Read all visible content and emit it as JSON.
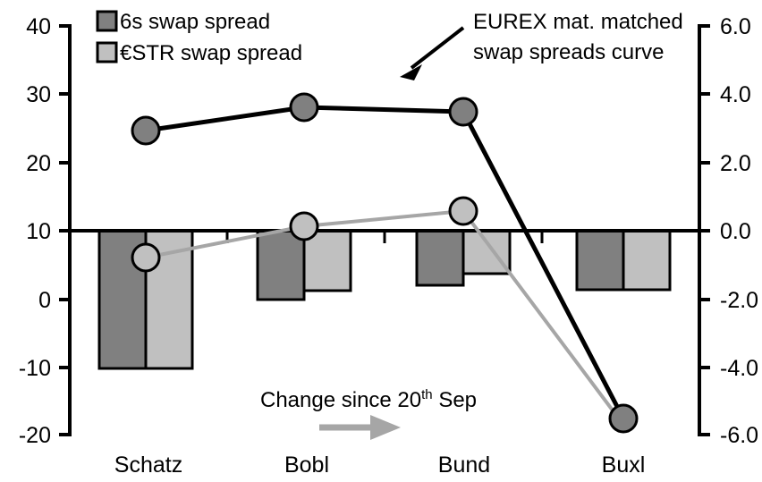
{
  "chart_data": {
    "type": "bar",
    "title": "",
    "xlabel": "",
    "categories": [
      "Schatz",
      "Bobl",
      "Bund",
      "Buxl"
    ],
    "grid": false,
    "legend_position": "top-left",
    "left_axis": {
      "label": "",
      "ylim": [
        -20,
        40
      ],
      "ticks": [
        40,
        30,
        20,
        10,
        0,
        -10,
        -20
      ],
      "tick_labels": [
        "40",
        "30",
        "20",
        "10",
        "0",
        "-10",
        "-20"
      ]
    },
    "right_axis": {
      "label": "",
      "ylim": [
        -6.0,
        6.0
      ],
      "ticks": [
        6.0,
        4.0,
        2.0,
        0.0,
        -2.0,
        -4.0,
        -6.0
      ],
      "tick_labels": [
        "6.0",
        "4.0",
        "2.0",
        "0.0",
        "-2.0",
        "-4.0",
        "-6.0"
      ]
    },
    "series": [
      {
        "name": "6s swap spread",
        "type": "bar",
        "axis": "right",
        "color": "#808080",
        "values": [
          -4.05,
          -1.95,
          -1.55,
          -1.72
        ]
      },
      {
        "name": "€STR swap spread",
        "type": "bar",
        "axis": "right",
        "color": "#c0c0c0",
        "values": [
          -4.05,
          -1.7,
          -1.22,
          -1.72
        ]
      },
      {
        "name": "EUREX mat. matched swap spreads curve",
        "type": "line",
        "axis": "left",
        "color": "#000000",
        "marker_color": "#808080",
        "values": [
          24.6,
          28.0,
          27.4,
          -18.0
        ]
      },
      {
        "name": "Change since 20th Sep",
        "type": "line",
        "axis": "left",
        "color": "#a6a6a6",
        "marker_color": "#c0c0c0",
        "values": [
          6.1,
          10.6,
          12.8,
          -18.9
        ]
      }
    ]
  },
  "legend": {
    "items": [
      {
        "label": "6s swap spread",
        "swatch": "#808080"
      },
      {
        "label": "€STR swap spread",
        "swatch": "#c0c0c0"
      }
    ]
  },
  "annotations": {
    "curve_note": {
      "line1": "EUREX mat. matched",
      "line2": "swap spreads curve"
    },
    "change_note": {
      "prefix": "Change since 20",
      "sup": "th",
      "suffix": " Sep"
    }
  },
  "colors": {
    "dark_bar": "#808080",
    "light_bar": "#c0c0c0",
    "black_line": "#000000",
    "gray_line": "#a6a6a6",
    "axis": "#000000",
    "background": "#ffffff"
  }
}
